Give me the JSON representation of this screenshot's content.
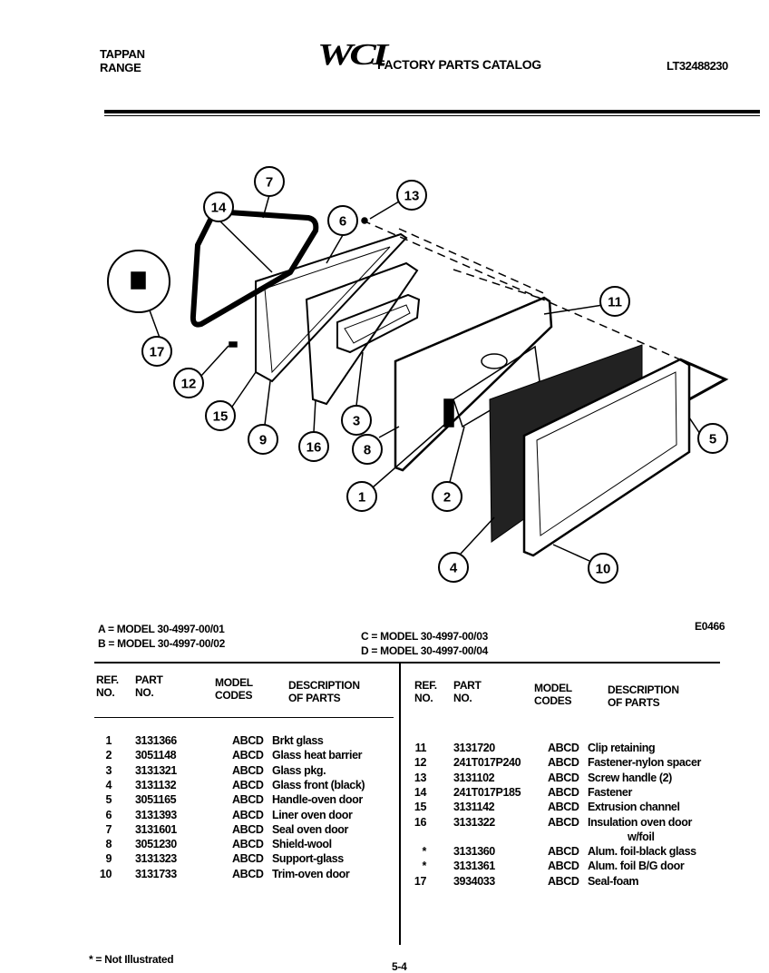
{
  "header": {
    "brand_line1": "TAPPAN",
    "brand_line2": "RANGE",
    "logo": "WCI",
    "catalog_title": "FACTORY PARTS CATALOG",
    "catalog_number": "LT32488230"
  },
  "diagram": {
    "code": "E0466",
    "callouts": [
      "7",
      "14",
      "6",
      "13",
      "11",
      "17",
      "12",
      "15",
      "9",
      "16",
      "3",
      "8",
      "1",
      "2",
      "5",
      "4",
      "10"
    ]
  },
  "models": {
    "a": "A = MODEL 30-4997-00/01",
    "b": "B = MODEL 30-4997-00/02",
    "c": "C = MODEL 30-4997-00/03",
    "d": "D = MODEL 30-4997-00/04"
  },
  "table_headers": {
    "ref_1": "REF.",
    "ref_2": "NO.",
    "part_1": "PART",
    "part_2": "NO.",
    "model_1": "MODEL",
    "model_2": "CODES",
    "desc_1": "DESCRIPTION",
    "desc_2": "OF PARTS"
  },
  "parts_left": [
    {
      "ref": "1",
      "part": "3131366",
      "codes": "ABCD",
      "desc": "Brkt glass"
    },
    {
      "ref": "2",
      "part": "3051148",
      "codes": "ABCD",
      "desc": "Glass heat barrier"
    },
    {
      "ref": "3",
      "part": "3131321",
      "codes": "ABCD",
      "desc": "Glass pkg."
    },
    {
      "ref": "4",
      "part": "3131132",
      "codes": "ABCD",
      "desc": "Glass front (black)"
    },
    {
      "ref": "5",
      "part": "3051165",
      "codes": "ABCD",
      "desc": "Handle-oven door"
    },
    {
      "ref": "6",
      "part": "3131393",
      "codes": "ABCD",
      "desc": "Liner oven door"
    },
    {
      "ref": "7",
      "part": "3131601",
      "codes": "ABCD",
      "desc": "Seal oven door"
    },
    {
      "ref": "8",
      "part": "3051230",
      "codes": "ABCD",
      "desc": "Shield-wool"
    },
    {
      "ref": "9",
      "part": "3131323",
      "codes": "ABCD",
      "desc": "Support-glass"
    },
    {
      "ref": "10",
      "part": "3131733",
      "codes": "ABCD",
      "desc": "Trim-oven door"
    }
  ],
  "parts_right": [
    {
      "ref": "11",
      "part": "3131720",
      "codes": "ABCD",
      "desc": "Clip retaining"
    },
    {
      "ref": "12",
      "part": "241T017P240",
      "codes": "ABCD",
      "desc": "Fastener-nylon spacer"
    },
    {
      "ref": "13",
      "part": "3131102",
      "codes": "ABCD",
      "desc": "Screw handle (2)"
    },
    {
      "ref": "14",
      "part": "241T017P185",
      "codes": "ABCD",
      "desc": "Fastener"
    },
    {
      "ref": "15",
      "part": "3131142",
      "codes": "ABCD",
      "desc": "Extrusion channel"
    },
    {
      "ref": "16",
      "part": "3131322",
      "codes": "ABCD",
      "desc": "Insulation oven door",
      "desc2": "w/foil"
    },
    {
      "ref": "*",
      "part": "3131360",
      "codes": "ABCD",
      "desc": "Alum. foil-black glass"
    },
    {
      "ref": "*",
      "part": "3131361",
      "codes": "ABCD",
      "desc": "Alum. foil B/G door"
    },
    {
      "ref": "17",
      "part": "3934033",
      "codes": "ABCD",
      "desc": "Seal-foam"
    }
  ],
  "footer": {
    "note": "* = Not Illustrated",
    "page": "5-4"
  }
}
